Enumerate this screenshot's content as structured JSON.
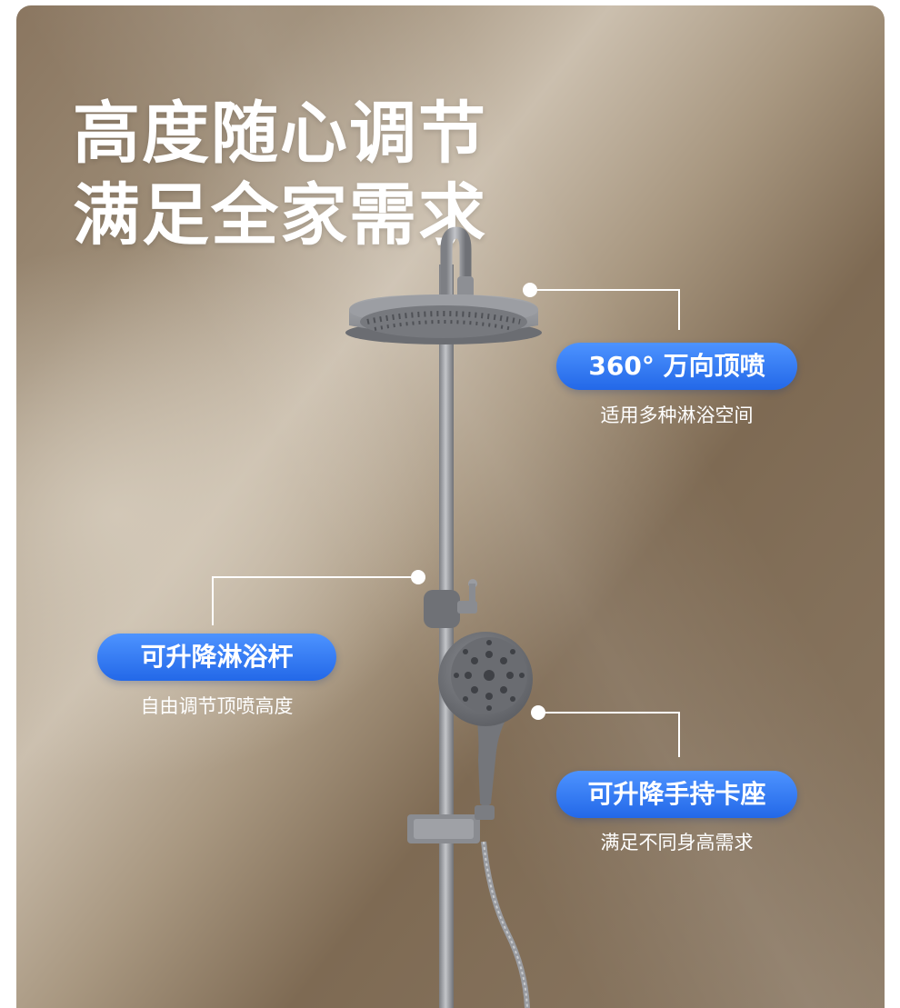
{
  "headline": {
    "line1": "高度随心调节",
    "line2": "满足全家需求"
  },
  "features": [
    {
      "title": "360° 万向顶喷",
      "subtitle": "适用多种淋浴空间"
    },
    {
      "title": "可升降淋浴杆",
      "subtitle": "自由调节顶喷高度"
    },
    {
      "title": "可升降手持卡座",
      "subtitle": "满足不同身高需求"
    }
  ],
  "colors": {
    "pill_blue": "#2f7bf5",
    "headline_text": "#ffffff"
  }
}
